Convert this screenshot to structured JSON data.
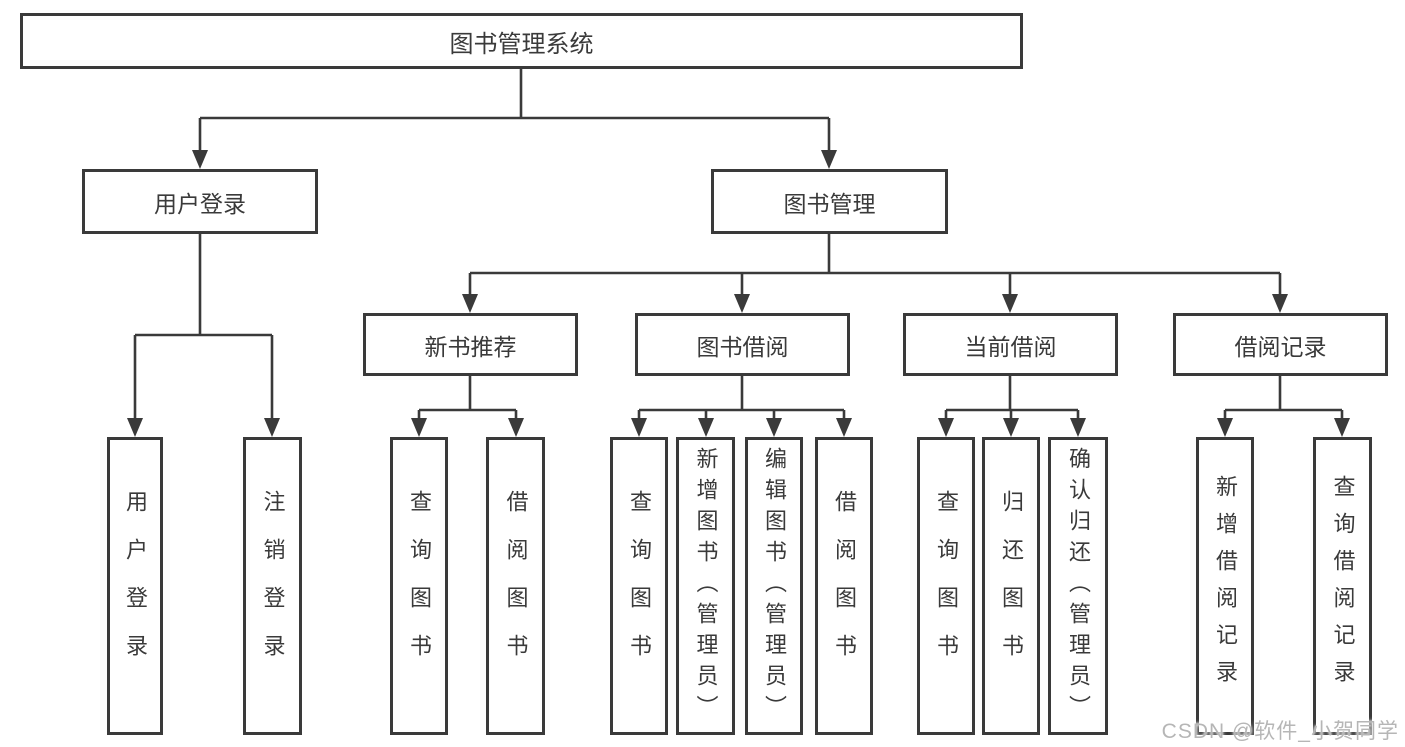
{
  "diagram": {
    "title": "图书管理系统",
    "nodes": {
      "root": "图书管理系统",
      "user_login": "用户登录",
      "book_mgmt": "图书管理",
      "new_book_rec": "新书推荐",
      "book_borrow": "图书借阅",
      "current_borrow": "当前借阅",
      "borrow_records": "借阅记录"
    },
    "leaves": {
      "user_login": [
        "用户登录",
        "注销登录"
      ],
      "new_book_rec": [
        "查询图书",
        "借阅图书"
      ],
      "book_borrow": [
        "查询图书",
        "新增图书（管理员）",
        "编辑图书（管理员）",
        "借阅图书"
      ],
      "current_borrow": [
        "查询图书",
        "归还图书",
        "确认归还（管理员）"
      ],
      "borrow_records": [
        "新增借阅记录",
        "查询借阅记录"
      ]
    },
    "colors": {
      "line": "#3a3a3a",
      "text": "#3a3a3a",
      "node_background": "#ffffff",
      "watermark": "#b6b6b6"
    },
    "watermark": "CSDN @软件_小贺同学"
  }
}
